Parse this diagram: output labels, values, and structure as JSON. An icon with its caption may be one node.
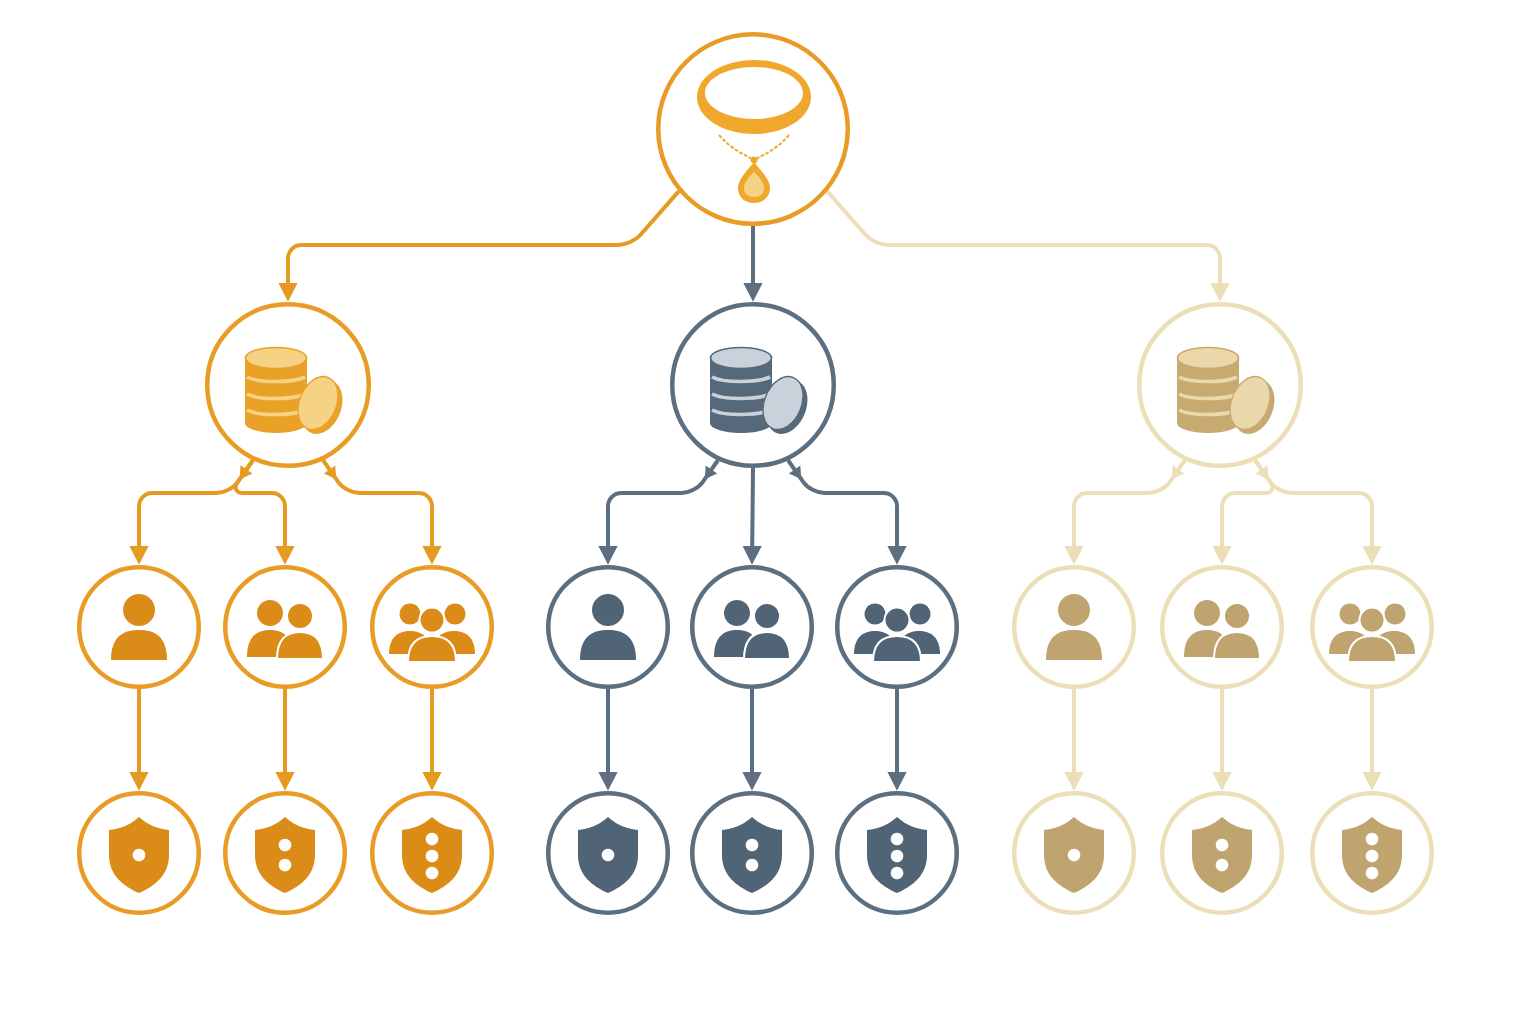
{
  "diagram": {
    "nodes": [
      {
        "text": [],
        "shape": "circle"
      },
      {
        "text": [],
        "shape": "circle"
      },
      {
        "text": [],
        "shape": "circle"
      },
      {
        "text": [],
        "shape": "circle"
      },
      {
        "text": [],
        "shape": "circle"
      },
      {
        "text": [],
        "shape": "circle"
      },
      {
        "text": [],
        "shape": "circle"
      },
      {
        "text": [],
        "shape": "circle"
      },
      {
        "text": [],
        "shape": "circle"
      },
      {
        "text": [],
        "shape": "circle"
      },
      {
        "text": [],
        "shape": "circle"
      },
      {
        "text": [],
        "shape": "circle"
      },
      {
        "text": [],
        "shape": "circle"
      },
      {
        "text": [],
        "shape": "circle"
      },
      {
        "text": [],
        "shape": "circle"
      },
      {
        "text": [],
        "shape": "circle"
      },
      {
        "text": [],
        "shape": "circle"
      },
      {
        "text": [],
        "shape": "circle"
      },
      {
        "text": [],
        "shape": "circle"
      },
      {
        "text": [],
        "shape": "circle"
      },
      {
        "text": [],
        "shape": "circle"
      },
      {
        "text": [],
        "shape": "circle"
      }
    ],
    "edges": [
      {
        "from": 0,
        "to": 1,
        "arrow": "to",
        "color": "#e59b22"
      },
      {
        "from": 0,
        "to": 2,
        "arrow": "to",
        "color": "#5b6f80"
      },
      {
        "from": 0,
        "to": 3,
        "arrow": "to",
        "color": "#ecdfb8"
      },
      {
        "from": 1,
        "to": 4,
        "arrow": "to",
        "color": "#e59b22"
      },
      {
        "from": 1,
        "to": 5,
        "arrow": "to",
        "color": "#e59b22"
      },
      {
        "from": 1,
        "to": 6,
        "arrow": "to",
        "color": "#e59b22"
      },
      {
        "from": 2,
        "to": 7,
        "arrow": "to",
        "color": "#5b6f80"
      },
      {
        "from": 2,
        "to": 8,
        "arrow": "to",
        "color": "#5b6f80"
      },
      {
        "from": 2,
        "to": 9,
        "arrow": "to",
        "color": "#5b6f80"
      },
      {
        "from": 3,
        "to": 10,
        "arrow": "to",
        "color": "#ecdfb8"
      },
      {
        "from": 3,
        "to": 11,
        "arrow": "to",
        "color": "#ecdfb8"
      },
      {
        "from": 3,
        "to": 12,
        "arrow": "to",
        "color": "#ecdfb8"
      },
      {
        "from": 4,
        "to": 13,
        "arrow": "to",
        "color": "#e59b22"
      },
      {
        "from": 5,
        "to": 14,
        "arrow": "to",
        "color": "#e59b22"
      },
      {
        "from": 6,
        "to": 15,
        "arrow": "to",
        "color": "#e59b22"
      },
      {
        "from": 7,
        "to": 16,
        "arrow": "to",
        "color": "#5b6f80"
      },
      {
        "from": 8,
        "to": 17,
        "arrow": "to",
        "color": "#5b6f80"
      },
      {
        "from": 9,
        "to": 18,
        "arrow": "to",
        "color": "#5b6f80"
      },
      {
        "from": 10,
        "to": 19,
        "arrow": "to",
        "color": "#ecdfb8"
      },
      {
        "from": 11,
        "to": 20,
        "arrow": "to",
        "color": "#ecdfb8"
      },
      {
        "from": 12,
        "to": 21,
        "arrow": "to",
        "color": "#ecdfb8"
      }
    ]
  }
}
